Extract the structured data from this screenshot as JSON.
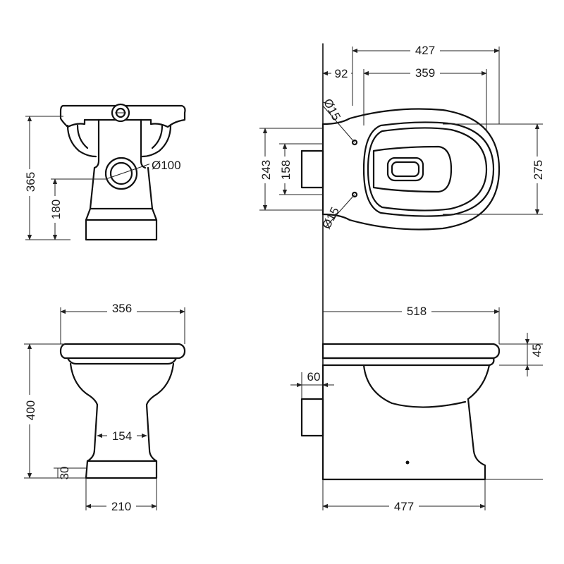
{
  "units": "mm",
  "views": {
    "back": {
      "height_total": "365",
      "outlet_height": "180",
      "outlet_diameter": "Ø100"
    },
    "front": {
      "width": "356",
      "height": "400",
      "base_height": "30",
      "pedestal_width": "154",
      "base_width": "210"
    },
    "top": {
      "length": "427",
      "to_fixing": "92",
      "bowl_length": "359",
      "fixing_hole_top": "Ø15",
      "fixing_hole_bottom": "Ø15",
      "depth_outer": "243",
      "depth_inner": "158",
      "width": "275"
    },
    "side": {
      "seat_length": "518",
      "rim_height": "45",
      "outlet_offset": "60",
      "base_length": "477"
    }
  }
}
